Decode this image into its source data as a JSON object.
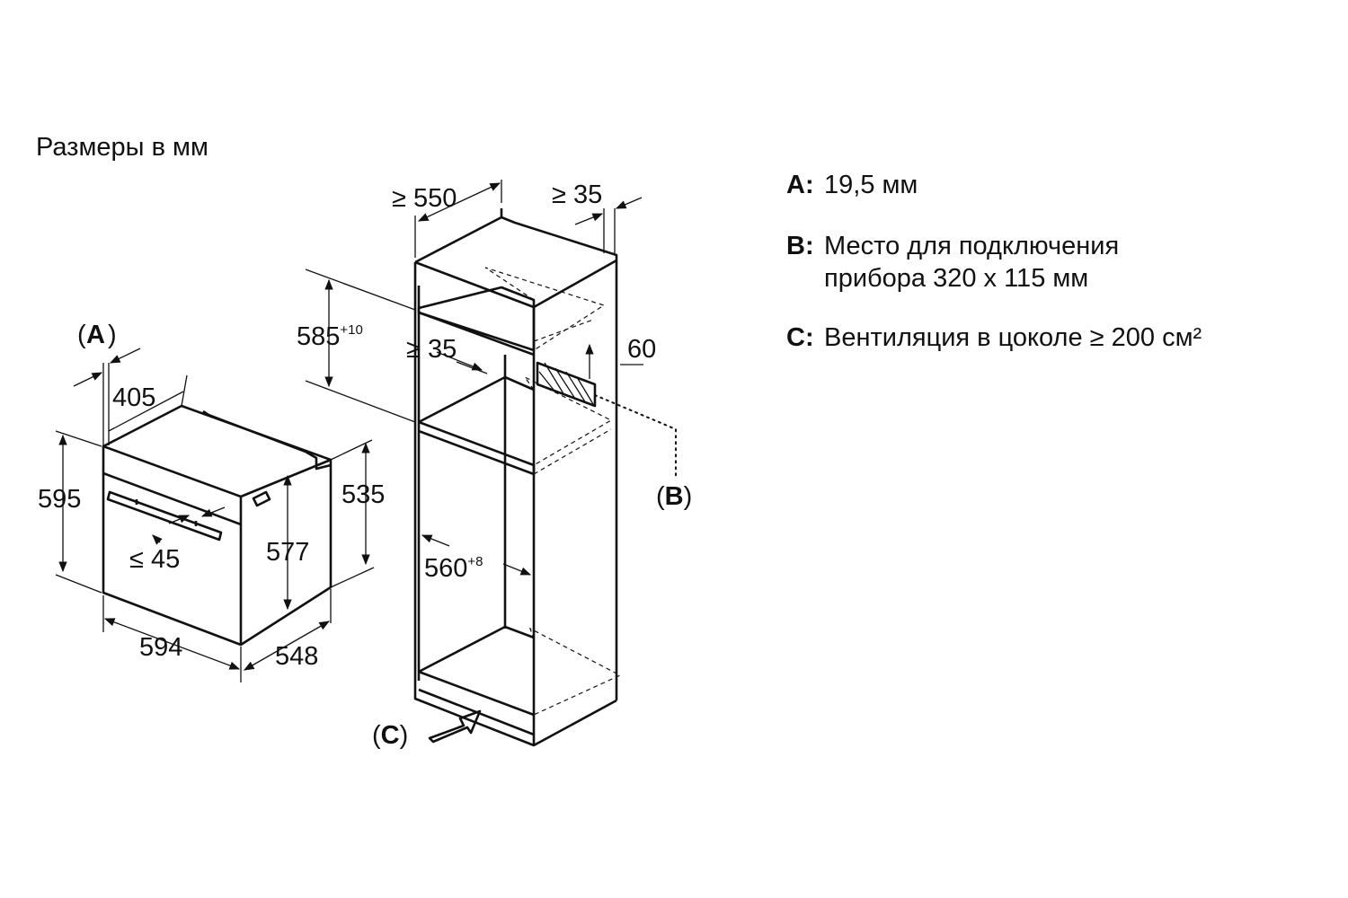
{
  "title": "Размеры в мм",
  "oven": {
    "a_label": "A",
    "depth_top": "405",
    "height_total": "595",
    "handle": "≤ 45",
    "inner_height": "577",
    "side_height": "535",
    "width": "594",
    "depth": "548"
  },
  "cabinet": {
    "depth_min": "≥ 550",
    "back_gap": "≥ 35",
    "niche_height": "585",
    "niche_height_tol": "+10",
    "shelf_gap": "≥ 35",
    "socket_offset": "60",
    "b_label": "B",
    "niche_width": "560",
    "niche_width_tol": "+8",
    "c_label": "C"
  },
  "legend": [
    {
      "key": "A:",
      "lines": [
        "19,5 мм"
      ]
    },
    {
      "key": "B:",
      "lines": [
        "Место для подключения",
        "прибора 320 х 115 мм"
      ]
    },
    {
      "key": "C:",
      "lines": [
        "Вентиляция в цоколе ≥ 200 см²"
      ]
    }
  ],
  "colors": {
    "ink": "#111111",
    "background": "#ffffff"
  }
}
